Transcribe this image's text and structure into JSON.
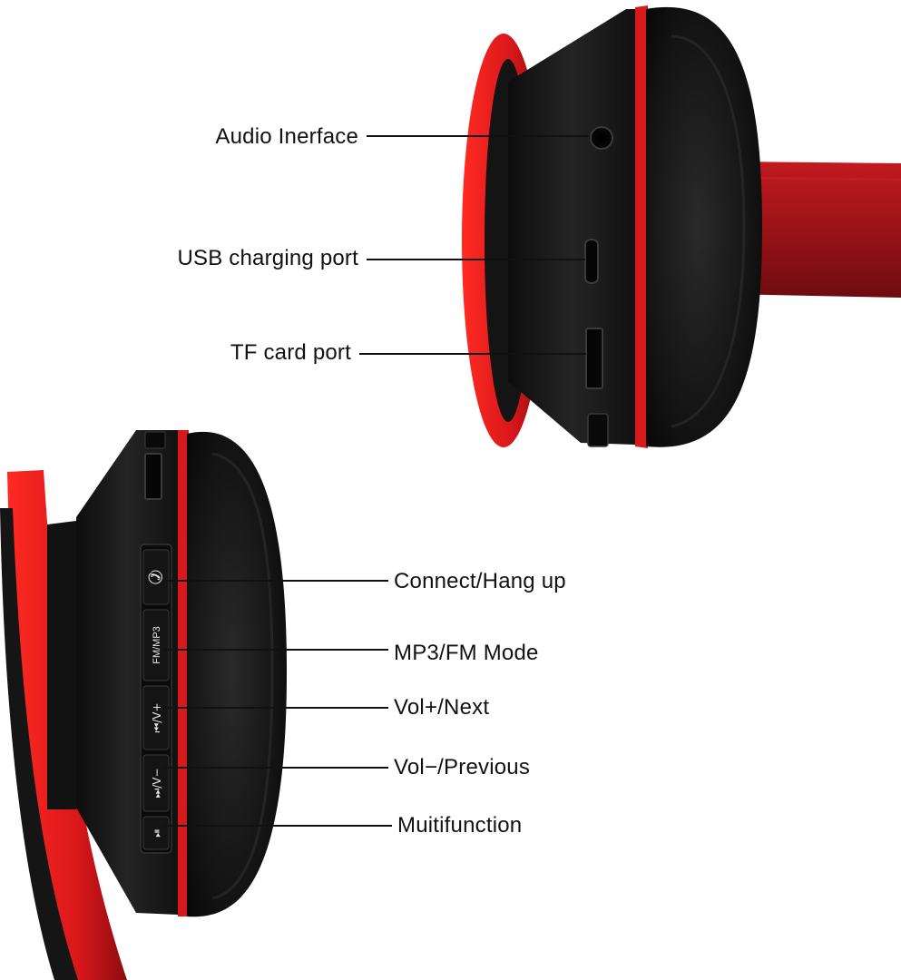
{
  "colors": {
    "background": "#ffffff",
    "headband_red": "#a0151a",
    "ring_red": "#e01b1b",
    "housing_black": "#151515",
    "cushion_black": "#0c0c0c",
    "leader_line": "#111111",
    "label_text": "#111111"
  },
  "top_earcup": {
    "callouts": [
      {
        "label": "Audio Inerface"
      },
      {
        "label": "USB charging port"
      },
      {
        "label": "TF card port"
      }
    ]
  },
  "bottom_earcup": {
    "callouts": [
      {
        "label": "Connect/Hang up",
        "button_text": ""
      },
      {
        "label": "MP3/FM Mode",
        "button_text": "FM/MP3"
      },
      {
        "label": "Vol+/Next",
        "button_text": "⏮/V+"
      },
      {
        "label": "Vol−/Previous",
        "button_text": "⏭/V−"
      },
      {
        "label": "Muitifunction",
        "button_text": "⏯"
      }
    ]
  }
}
